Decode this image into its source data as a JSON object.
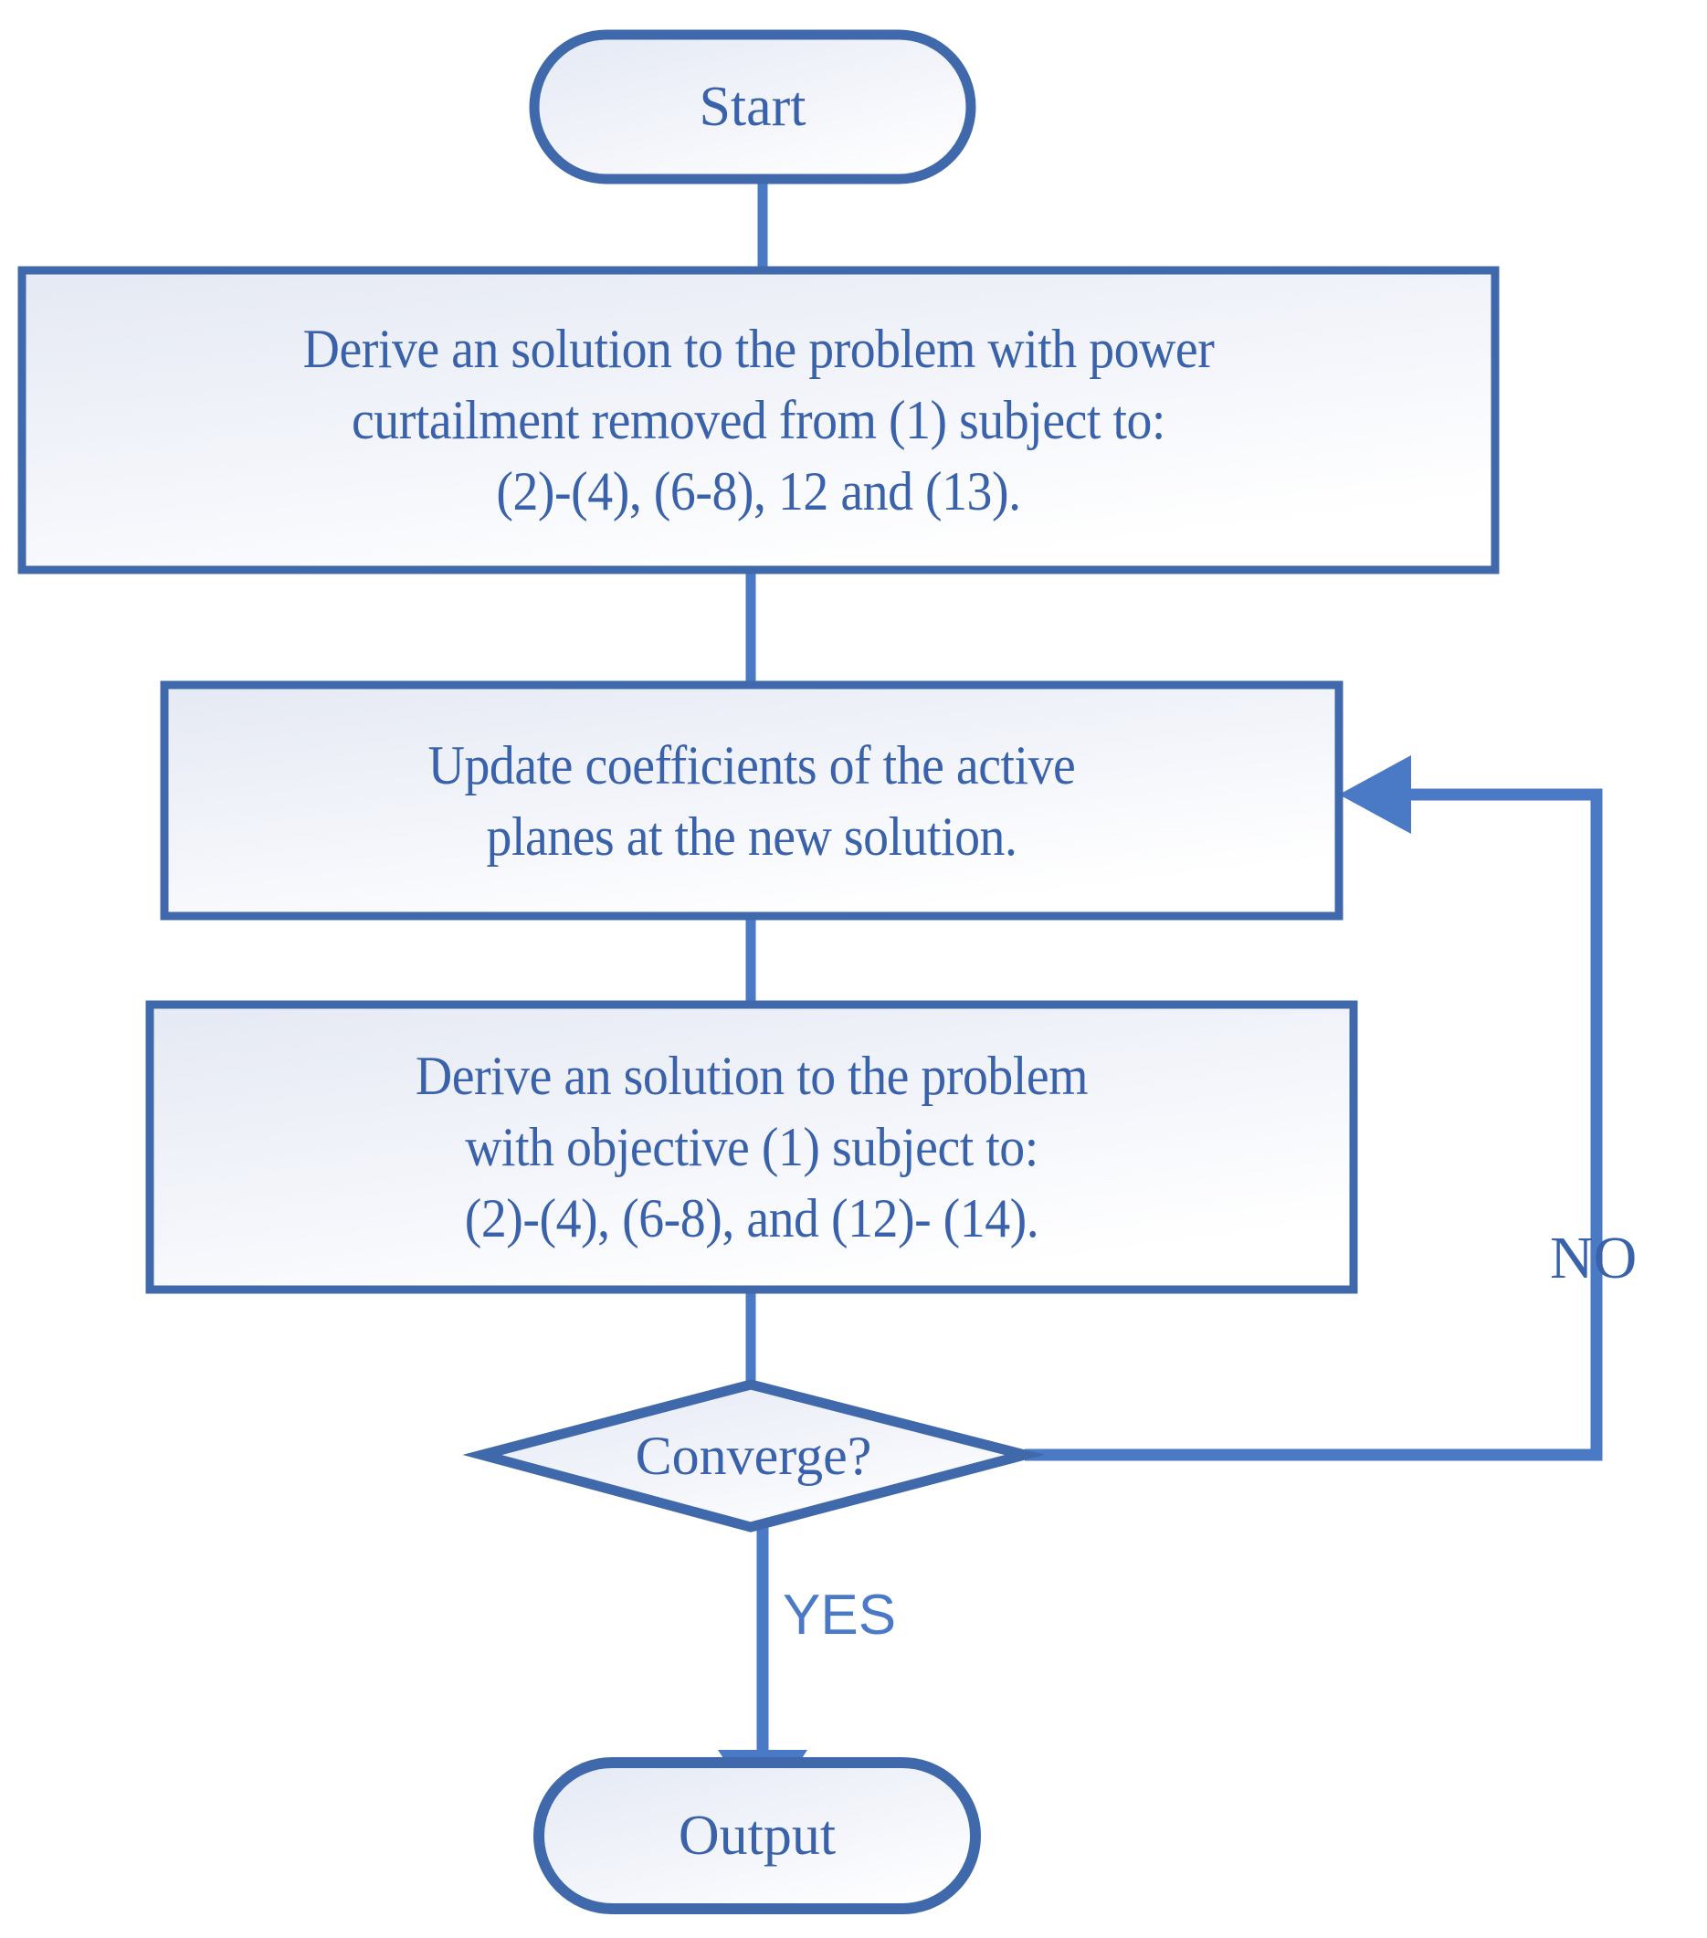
{
  "diagram": {
    "title": "Iterative solution algorithm flowchart",
    "colors": {
      "stroke": "#4069ab",
      "connector": "#4a79c6",
      "text": "#3a62ab",
      "fill_start": "#e6eaf4",
      "fill_end": "#fdfdff",
      "background": "#ffffff"
    },
    "nodes": [
      {
        "id": "start",
        "shape": "terminator",
        "label": "Start"
      },
      {
        "id": "initial-solve",
        "shape": "process",
        "label": "Derive an solution to the problem with power\ncurtailment removed from (1) subject to:\n(2)-(4), (6-8), 12 and (13)."
      },
      {
        "id": "update-coefficients",
        "shape": "process",
        "label": "Update coefficients of the active\nplanes at the new solution."
      },
      {
        "id": "resolve",
        "shape": "process",
        "label": "Derive an solution to the problem\nwith  objective (1) subject to:\n(2)-(4), (6-8), and (12)- (14)."
      },
      {
        "id": "converge",
        "shape": "decision",
        "label": "Converge?"
      },
      {
        "id": "output",
        "shape": "terminator",
        "label": "Output"
      }
    ],
    "edges": [
      {
        "id": "start-to-initial",
        "from": "start",
        "to": "initial-solve",
        "label": ""
      },
      {
        "id": "initial-to-update",
        "from": "initial-solve",
        "to": "update-coefficients",
        "label": ""
      },
      {
        "id": "update-to-resolve",
        "from": "update-coefficients",
        "to": "resolve",
        "label": ""
      },
      {
        "id": "resolve-to-converge",
        "from": "resolve",
        "to": "converge",
        "label": ""
      },
      {
        "id": "converge-no",
        "from": "converge",
        "to": "update-coefficients",
        "label": "NO"
      },
      {
        "id": "converge-yes",
        "from": "converge",
        "to": "output",
        "label": "YES"
      }
    ]
  }
}
